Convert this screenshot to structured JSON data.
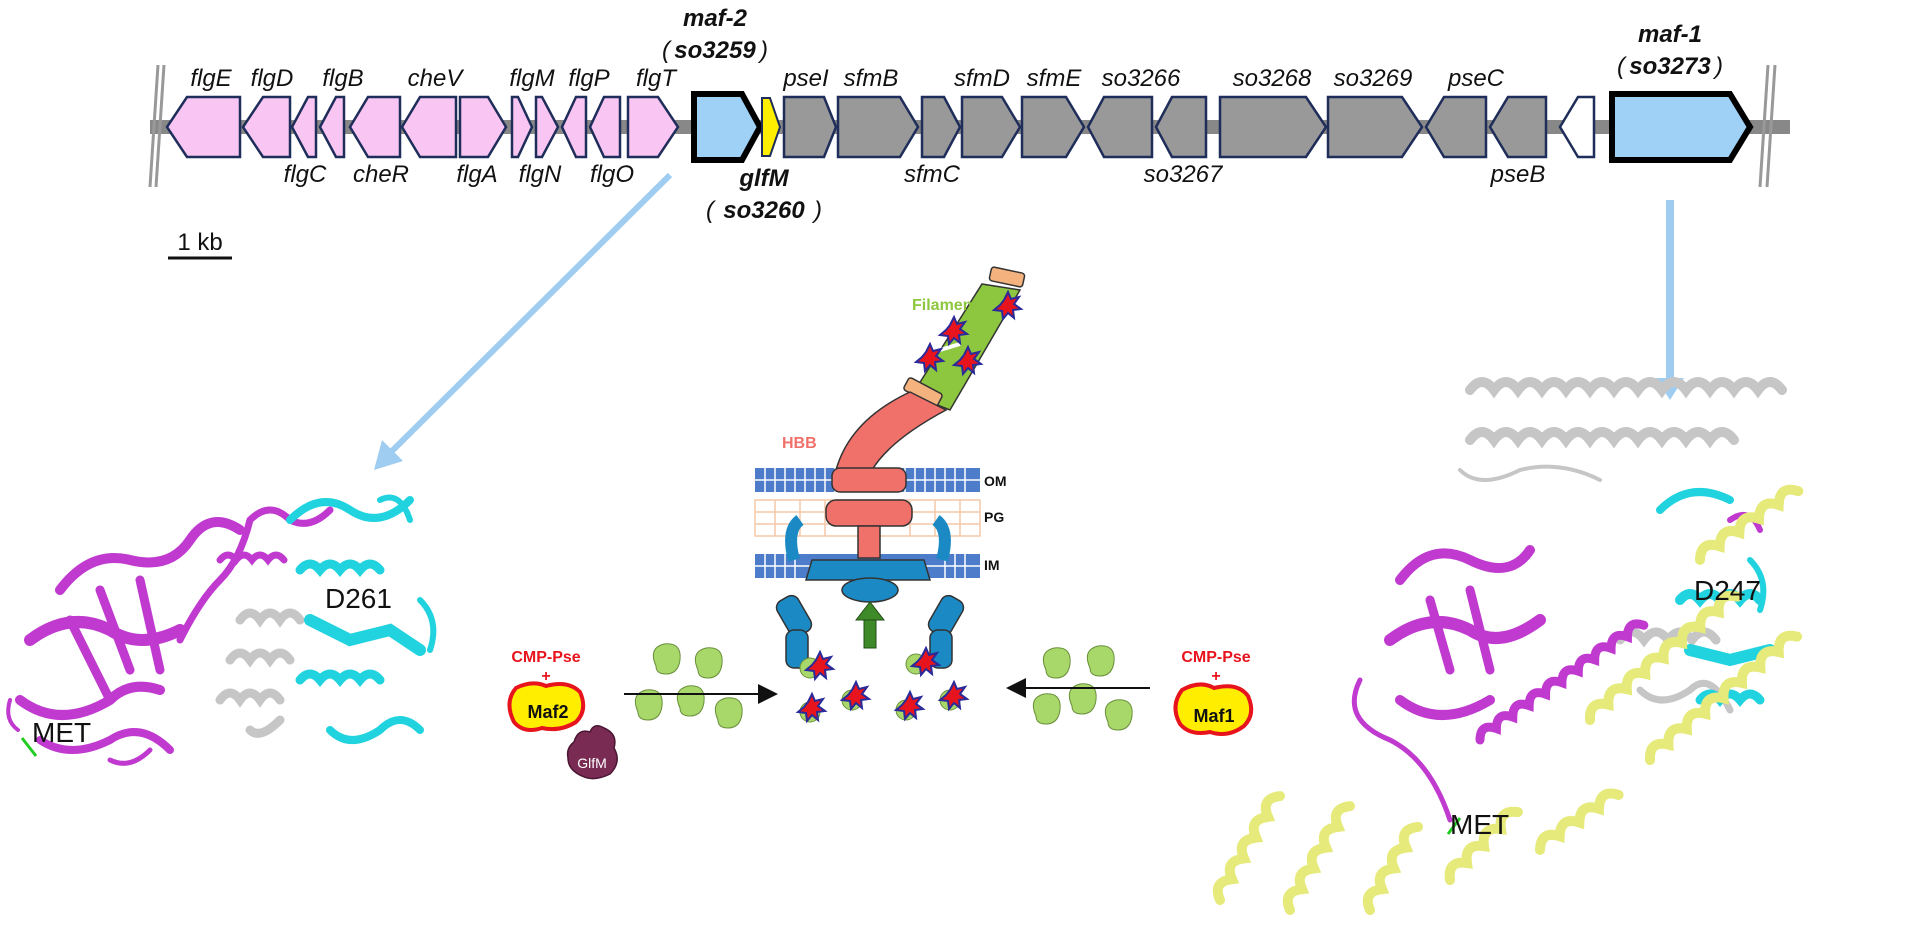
{
  "genes_above": [
    "flgE",
    "flgD",
    "flgB",
    "cheV",
    "flgM",
    "flgP",
    "flgT",
    "pseI",
    "sfmB",
    "sfmD",
    "sfmE",
    "so3266",
    "so3268",
    "so3269",
    "pseC"
  ],
  "genes_below": [
    "flgC",
    "cheR",
    "flgA",
    "flgN",
    "flgO",
    "sfmC",
    "so3267",
    "pseB"
  ],
  "maf2": {
    "name": "maf-2",
    "locus": "so3259"
  },
  "glfm": {
    "name": "glfM",
    "locus": "so3260"
  },
  "maf1": {
    "name": "maf-1",
    "locus": "so3273"
  },
  "scale_bar": "1 kb",
  "flagellum": {
    "filament": "Filament",
    "hbb": "HBB",
    "om": "OM",
    "pg": "PG",
    "im": "IM"
  },
  "reaction": {
    "substrate": "CMP-Pse",
    "plus": "+",
    "maf2": "Maf2",
    "maf1": "Maf1",
    "glfm": "GlfM"
  },
  "structure_left": {
    "met": "MET",
    "residue": "D261"
  },
  "structure_right": {
    "met": "MET",
    "residue": "D247"
  },
  "colors": {
    "flagellar_genes": "#f9c6f3",
    "sfm_genes": "#999999",
    "maf_genes": "#9fd1f7",
    "glfM": "#ffee00",
    "arrow": "#9fcdf1",
    "filament": "#8dc63f",
    "hbb": "#f0706a",
    "motor": "#1b8ac4",
    "membrane": "#3a6fc4",
    "pg": "#f6c9a8",
    "pse": "#a9d86a",
    "magenta": "#c03ad0",
    "cyan": "#20d3df",
    "yellow": "#e6ea7a",
    "grey": "#c6c6c6"
  }
}
